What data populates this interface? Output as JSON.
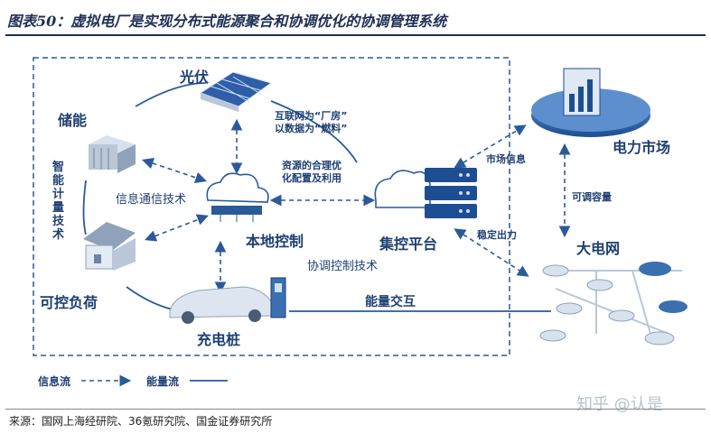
{
  "title": "图表50：虚拟电厂是实现分布式能源聚合和协调优化的协调管理系统",
  "source": "来源：国网上海经研院、36氪研究院、国金证券研究所",
  "watermark": "知乎 @认是",
  "nodes": {
    "solar": "光伏",
    "storage": "储能",
    "controllable_load": "可控负荷",
    "charging_pile": "充电桩",
    "local_control": "本地控制",
    "central_platform": "集控平台",
    "power_market": "电力市场",
    "main_grid": "大电网"
  },
  "annotations": {
    "internet_factory": "互联网为“厂房”",
    "data_fuel": "以数据为“燃料”",
    "resource_opt_1": "资源的合理优",
    "resource_opt_2": "化配置及利用",
    "info_comm_tech": "信息通信技术",
    "smart_metering_tech": "智能计量技术",
    "coord_control_tech": "协调控制技术",
    "energy_exchange": "能量交互",
    "market_info": "市场信息",
    "adjustable_capacity": "可调容量",
    "stable_output": "稳定出力"
  },
  "legend": {
    "info_flow": "信息流",
    "energy_flow": "能量流"
  },
  "colors": {
    "primary": "#1e3f73",
    "accent": "#3a6fb0",
    "flow": "#2b5a9a"
  }
}
